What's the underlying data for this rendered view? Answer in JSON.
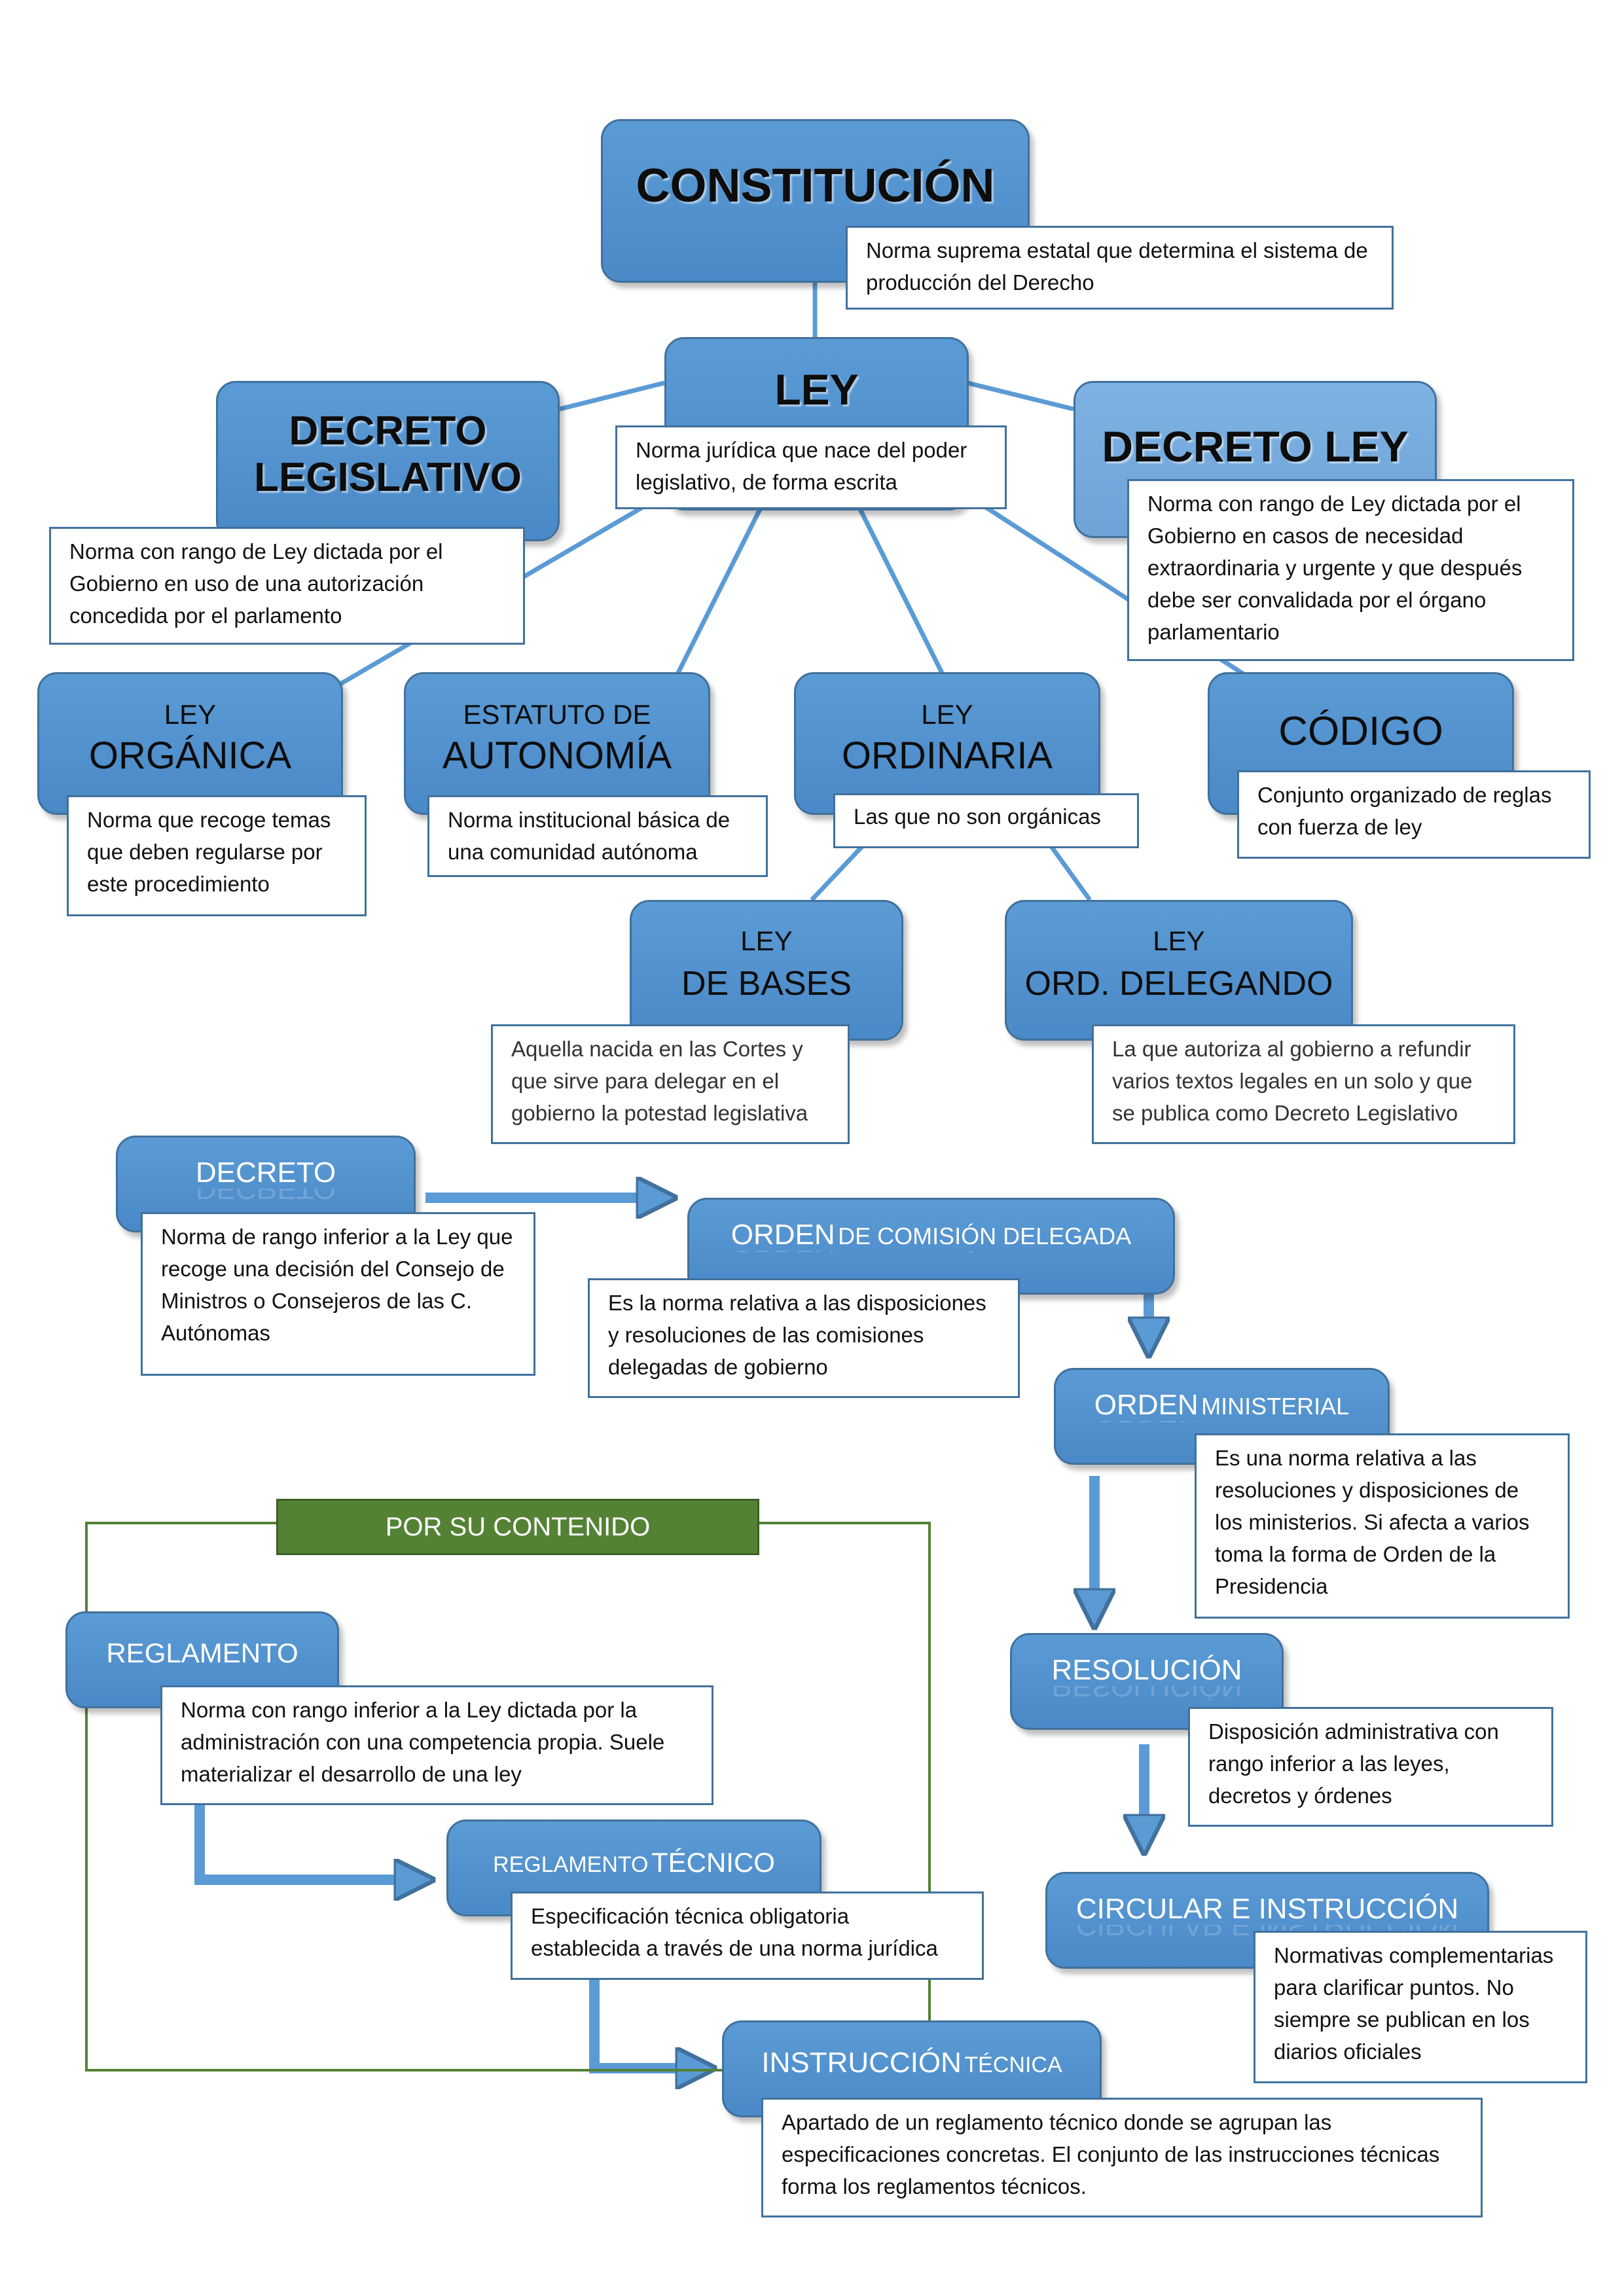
{
  "colors": {
    "node_fill": "#5b9bd5",
    "node_fill_light": "#7eb2e2",
    "node_border": "#41719c",
    "connector": "#5b9bd5",
    "group_green": "#548235",
    "text_dark": "#0d0d0d",
    "text_white": "#ffffff"
  },
  "nodes": {
    "constitucion": {
      "line1": "CONSTITUCIÓN",
      "desc": "Norma suprema estatal que determina el sistema de producción del Derecho"
    },
    "ley": {
      "line1": "LEY",
      "desc": "Norma jurídica que nace del poder legislativo, de forma escrita"
    },
    "decreto_legislativo": {
      "line1": "DECRETO",
      "line2": "LEGISLATIVO",
      "desc": "Norma con rango de Ley dictada por el Gobierno en uso de una autorización concedida por el parlamento"
    },
    "decreto_ley": {
      "line1": "DECRETO LEY",
      "desc": "Norma con rango de Ley dictada por el Gobierno en casos de necesidad extraordinaria y urgente y que después debe ser convalidada por el órgano parlamentario"
    },
    "ley_organica": {
      "line1": "LEY",
      "line2": "ORGÁNICA",
      "desc": "Norma que recoge temas que deben regularse por este procedimiento"
    },
    "estatuto_autonomia": {
      "line1": "ESTATUTO DE",
      "line2": "AUTONOMÍA",
      "desc": "Norma institucional básica de una comunidad autónoma"
    },
    "ley_ordinaria": {
      "line1": "LEY",
      "line2": "ORDINARIA",
      "desc": "Las que no son orgánicas"
    },
    "codigo": {
      "line1": "CÓDIGO",
      "desc": "Conjunto organizado de reglas con fuerza de ley"
    },
    "ley_bases": {
      "line1": "LEY",
      "line2": "DE BASES",
      "desc": "Aquella nacida en las Cortes y que sirve para delegar en el gobierno la potestad legislativa"
    },
    "ley_ord_delegando": {
      "line1": "LEY",
      "line2": "ORD. DELEGANDO",
      "desc": "La que autoriza al gobierno a refundir varios textos legales en un solo y que se publica como Decreto Legislativo"
    },
    "decreto": {
      "big": "DECRETO",
      "small": "",
      "desc": "Norma de rango inferior a la Ley que recoge una decisión del Consejo de Ministros o Consejeros de las C. Autónomas"
    },
    "orden_comision": {
      "big": "ORDEN",
      "small": "DE COMISIÓN DELEGADA",
      "desc": "Es la norma relativa a las disposiciones y resoluciones de las comisiones delegadas de gobierno"
    },
    "orden_ministerial": {
      "big": "ORDEN",
      "small": "MINISTERIAL",
      "desc": "Es una norma relativa a las resoluciones y disposiciones de los ministerios. Si afecta a varios toma la forma de Orden de la Presidencia"
    },
    "resolucion": {
      "big": "RESOLUCIÓN",
      "small": "",
      "desc": "Disposición administrativa con rango inferior a las leyes, decretos y órdenes"
    },
    "circular": {
      "big": "CIRCULAR E INSTRUCCIÓN",
      "small": "",
      "desc": "Normativas complementarias para clarificar puntos. No siempre se publican en los diarios oficiales"
    },
    "reglamento": {
      "big": "REGLAMENTO",
      "small": "",
      "desc": "Norma con rango inferior a la Ley dictada por la administración con una competencia propia. Suele materializar el desarrollo de una ley"
    },
    "reglamento_tecnico": {
      "small_first": "REGLAMENTO",
      "big": "TÉCNICO",
      "desc": "Especificación técnica obligatoria establecida a través de una norma jurídica"
    },
    "instruccion_tecnica": {
      "big": "INSTRUCCIÓN",
      "small": "TÉCNICA",
      "desc": "Apartado de un reglamento técnico donde se agrupan las especificaciones concretas. El conjunto de las instrucciones técnicas forma los reglamentos técnicos."
    }
  },
  "group": {
    "title": "POR SU CONTENIDO"
  }
}
